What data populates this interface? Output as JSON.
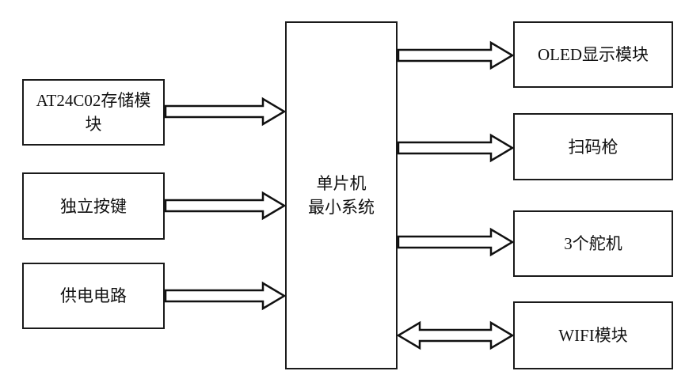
{
  "diagram": {
    "center_box": {
      "label": "单片机\n最小系统"
    },
    "left_modules": [
      {
        "label": "AT24C02存储模块"
      },
      {
        "label": "独立按键"
      },
      {
        "label": "供电电路"
      }
    ],
    "right_modules": [
      {
        "label": "OLED显示模块"
      },
      {
        "label": "扫码枪"
      },
      {
        "label": "3个舵机"
      },
      {
        "label": "WIFI模块"
      }
    ],
    "connections": [
      {
        "from": "AT24C02存储模块",
        "to": "单片机最小系统",
        "style": "hollow-block-arrow",
        "direction": "unidirectional"
      },
      {
        "from": "独立按键",
        "to": "单片机最小系统",
        "style": "hollow-block-arrow",
        "direction": "unidirectional"
      },
      {
        "from": "供电电路",
        "to": "单片机最小系统",
        "style": "hollow-block-arrow",
        "direction": "unidirectional"
      },
      {
        "from": "单片机最小系统",
        "to": "OLED显示模块",
        "style": "hollow-block-arrow",
        "direction": "unidirectional"
      },
      {
        "from": "单片机最小系统",
        "to": "扫码枪",
        "style": "hollow-block-arrow",
        "direction": "unidirectional"
      },
      {
        "from": "单片机最小系统",
        "to": "3个舵机",
        "style": "hollow-block-arrow",
        "direction": "unidirectional"
      },
      {
        "from": "单片机最小系统",
        "to": "WIFI模块",
        "style": "hollow-block-arrow",
        "direction": "bidirectional"
      }
    ],
    "colors": {
      "line": "#111111",
      "background": "#ffffff",
      "box_fill": "#ffffff"
    }
  }
}
